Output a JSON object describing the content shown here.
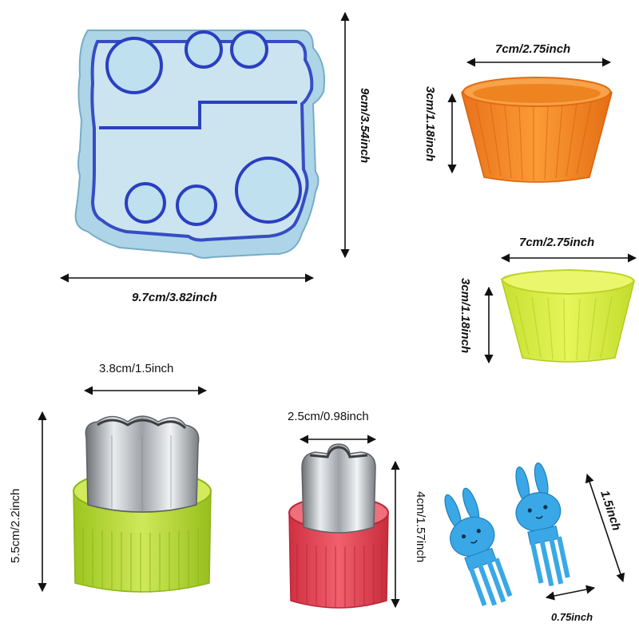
{
  "products": {
    "train_cutter": {
      "name_icon": "train-sandwich-cutter",
      "color": "#7fb8d8",
      "outline": "#2a3fc0",
      "height_label": "9cm/3.54inch",
      "width_label": "9.7cm/3.82inch"
    },
    "round_cup": {
      "name_icon": "round-silicone-cup",
      "color": "#f58a1f",
      "width_label": "7cm/2.75inch",
      "height_label": "3cm/1.18inch"
    },
    "square_cup": {
      "name_icon": "square-silicone-cup",
      "color": "#d8ec3c",
      "width_label": "7cm/2.75inch",
      "height_label": "3cm/1.18inch"
    },
    "flower_cutter": {
      "name_icon": "flower-vegetable-cutter",
      "color": "#b9dc3a",
      "width_label": "3.8cm/1.5inch",
      "height_label": "5.5cm/2.2inch"
    },
    "small_cutter": {
      "name_icon": "small-vegetable-cutter",
      "color": "#e8485a",
      "width_label": "2.5cm/0.98inch",
      "height_label": "4cm/1.57inch"
    },
    "bunny_forks": {
      "name_icon": "bunny-food-picks",
      "color": "#3aa8e6",
      "height_label": "1.5inch",
      "width_label": "0.75inch"
    }
  }
}
